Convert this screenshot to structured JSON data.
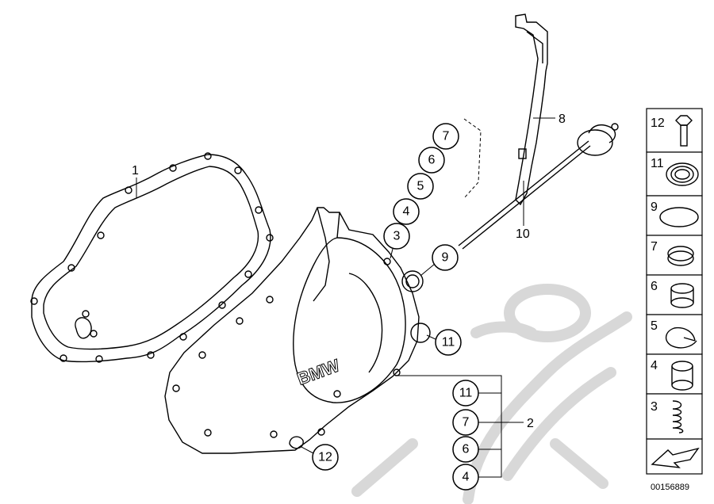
{
  "callouts": {
    "c1": "1",
    "c2": "2",
    "c8": "8",
    "c10": "10",
    "b3": "3",
    "b4": "4",
    "b5": "5",
    "b6": "6",
    "b7": "7",
    "b9": "9",
    "b11": "11",
    "b12": "12",
    "g11": "11",
    "g7": "7",
    "g6": "6",
    "g4": "4"
  },
  "cover_logo": "BMW",
  "legend": {
    "items": [
      "12",
      "11",
      "9",
      "7",
      "6",
      "5",
      "4",
      "3"
    ]
  },
  "diagram_id": "00156889"
}
